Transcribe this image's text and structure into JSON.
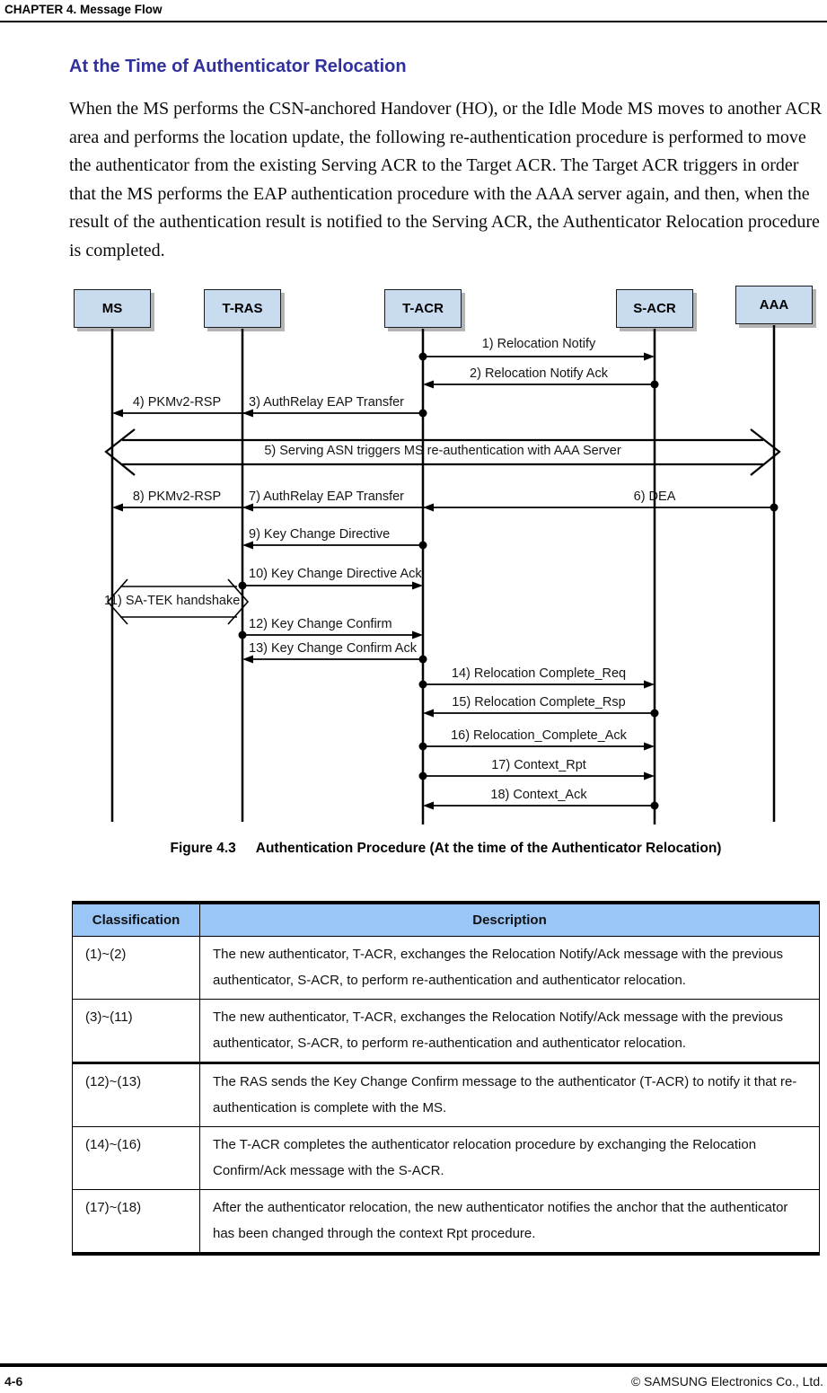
{
  "header": {
    "chapter": "CHAPTER 4. Message Flow"
  },
  "section": {
    "title": "At the Time of Authenticator Relocation",
    "intro": "When the MS performs the CSN-anchored Handover (HO), or the Idle Mode MS moves to another ACR area and performs the location update, the following re-authentication procedure is performed to move the authenticator from the existing Serving ACR to the Target ACR. The Target ACR triggers in order that the MS performs the EAP authentication procedure with the AAA server again, and then, when the result of the authentication result is notified to the Serving ACR, the Authenticator Relocation procedure is completed."
  },
  "diagram": {
    "entities": [
      {
        "label": "MS"
      },
      {
        "label": "T-RAS"
      },
      {
        "label": "T-ACR"
      },
      {
        "label": "S-ACR"
      },
      {
        "label": "AAA"
      }
    ],
    "messages": [
      {
        "label": "1) Relocation Notify",
        "from": "T-ACR",
        "to": "S-ACR"
      },
      {
        "label": "2) Relocation Notify Ack",
        "from": "S-ACR",
        "to": "T-ACR"
      },
      {
        "label": "3) AuthRelay EAP Transfer",
        "from": "T-ACR",
        "to": "T-RAS"
      },
      {
        "label": "4) PKMv2-RSP",
        "from": "T-RAS",
        "to": "MS"
      },
      {
        "label": "5) Serving ASN triggers MS re-authentication with AAA Server",
        "from": "MS",
        "to": "AAA"
      },
      {
        "label": "6) DEA",
        "from": "AAA",
        "to": "T-ACR"
      },
      {
        "label": "7) AuthRelay EAP Transfer",
        "from": "T-ACR",
        "to": "T-RAS"
      },
      {
        "label": "8) PKMv2-RSP",
        "from": "T-RAS",
        "to": "MS"
      },
      {
        "label": "9) Key Change Directive",
        "from": "T-ACR",
        "to": "T-RAS"
      },
      {
        "label": "10) Key Change Directive Ack",
        "from": "T-RAS",
        "to": "T-ACR"
      },
      {
        "label": "11) SA-TEK handshake",
        "from": "MS",
        "to": "T-RAS"
      },
      {
        "label": "12) Key Change Confirm",
        "from": "T-RAS",
        "to": "T-ACR"
      },
      {
        "label": "13) Key Change Confirm Ack",
        "from": "T-ACR",
        "to": "T-RAS"
      },
      {
        "label": "14) Relocation Complete_Req",
        "from": "T-ACR",
        "to": "S-ACR"
      },
      {
        "label": "15) Relocation Complete_Rsp",
        "from": "S-ACR",
        "to": "T-ACR"
      },
      {
        "label": "16) Relocation_Complete_Ack",
        "from": "T-ACR",
        "to": "S-ACR"
      },
      {
        "label": "17) Context_Rpt",
        "from": "T-ACR",
        "to": "S-ACR"
      },
      {
        "label": "18) Context_Ack",
        "from": "S-ACR",
        "to": "T-ACR"
      }
    ]
  },
  "figure": {
    "number": "Figure 4.3",
    "title": "Authentication Procedure (At the time of the Authenticator Relocation)"
  },
  "table": {
    "columns": [
      "Classification",
      "Description"
    ],
    "rows": [
      {
        "classification": "(1)~(2)",
        "description": "The new authenticator, T-ACR, exchanges the Relocation Notify/Ack message with the previous authenticator, S-ACR, to perform re-authentication and authenticator relocation."
      },
      {
        "classification": "(3)~(11)",
        "description": "The new authenticator, T-ACR, exchanges the Relocation Notify/Ack message with the previous authenticator, S-ACR, to perform re-authentication and authenticator relocation."
      },
      {
        "classification": "(12)~(13)",
        "description": "The RAS sends the Key Change Confirm message to the authenticator (T-ACR) to notify it that re-authentication is complete with the MS."
      },
      {
        "classification": "(14)~(16)",
        "description": "The T-ACR completes the authenticator relocation procedure by exchanging the Relocation Confirm/Ack message with the S-ACR."
      },
      {
        "classification": "(17)~(18)",
        "description": "After the authenticator relocation, the new authenticator notifies the anchor that the authenticator has been changed through the context Rpt procedure."
      }
    ]
  },
  "footer": {
    "page": "4-6",
    "copyright": "© SAMSUNG Electronics Co., Ltd."
  }
}
